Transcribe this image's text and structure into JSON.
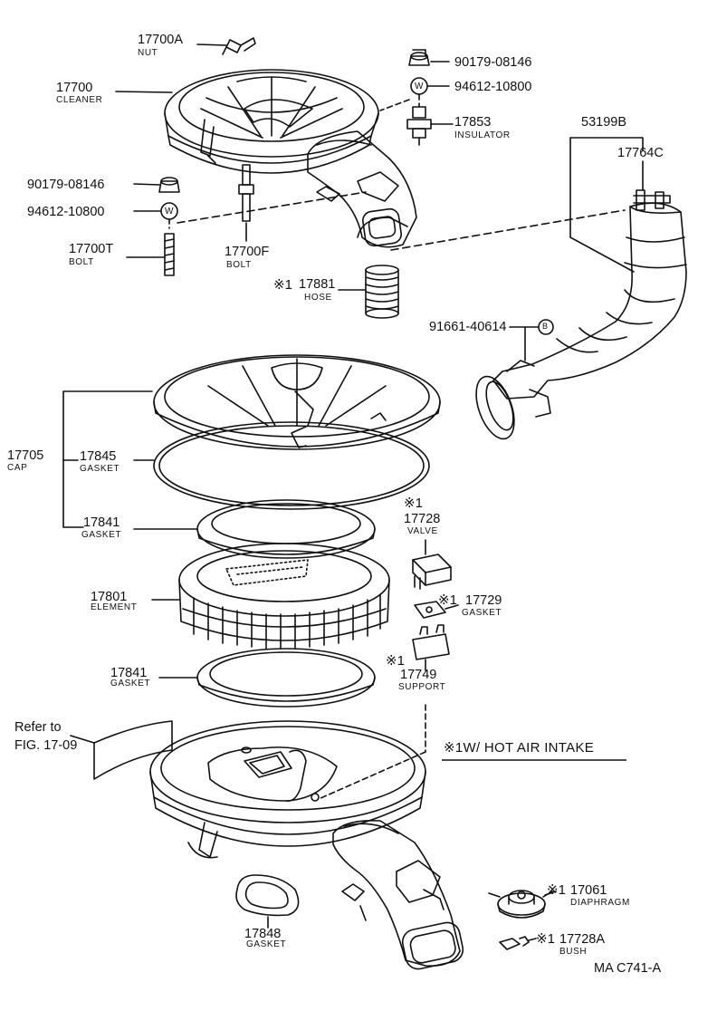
{
  "parts": {
    "p17700a": {
      "number": "17700A",
      "name": "NUT"
    },
    "p17700": {
      "number": "17700",
      "name": "CLEANER"
    },
    "p90179_top": {
      "number": "90179-08146"
    },
    "p94612_top": {
      "number": "94612-10800"
    },
    "p17853": {
      "number": "17853",
      "name": "INSULATOR"
    },
    "p53199b": {
      "number": "53199B"
    },
    "p17764c": {
      "number": "17764C"
    },
    "p90179_left": {
      "number": "90179-08146"
    },
    "p94612_left": {
      "number": "94612-10800"
    },
    "p17700t": {
      "number": "17700T",
      "name": "BOLT"
    },
    "p17700f": {
      "number": "17700F",
      "name": "BOLT"
    },
    "p17881": {
      "mark": "※1",
      "number": "17881",
      "name": "HOSE"
    },
    "p91661": {
      "number": "91661-40614"
    },
    "p17705": {
      "number": "17705",
      "name": "CAP"
    },
    "p17845": {
      "number": "17845",
      "name": "GASKET"
    },
    "p17841a": {
      "number": "17841",
      "name": "GASKET"
    },
    "p17728": {
      "mark": "※1",
      "number": "17728",
      "name": "VALVE"
    },
    "p17801": {
      "number": "17801",
      "name": "ELEMENT"
    },
    "p17729": {
      "mark": "※1",
      "number": "17729",
      "name": "GASKET"
    },
    "p17749": {
      "mark": "※1",
      "number": "17749",
      "name": "SUPPORT"
    },
    "p17841b": {
      "number": "17841",
      "name": "GASKET"
    },
    "p17061": {
      "mark": "※1",
      "number": "17061",
      "name": "DIAPHRAGM"
    },
    "p17728a": {
      "mark": "※1",
      "number": "17728A",
      "name": "BUSH"
    },
    "p17848": {
      "number": "17848",
      "name": "GASKET"
    }
  },
  "reference": {
    "line1": "Refer to",
    "line2": "FIG. 17-09"
  },
  "note": {
    "text": "※1W/ HOT AIR INTAKE"
  },
  "diagram_code": "MA C741-A",
  "washer_mark": "W",
  "bolt_mark": "B",
  "colors": {
    "ink": "#111111",
    "paper": "#ffffff"
  }
}
